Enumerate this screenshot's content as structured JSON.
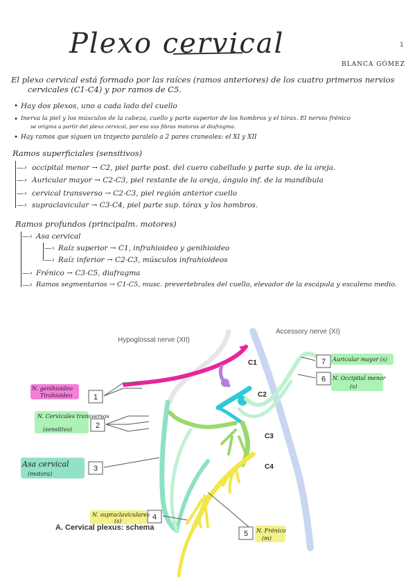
{
  "page_number": "1",
  "title": "Plexo cervical",
  "author": "BLANCA GÓMEZ",
  "intro": {
    "line1": "El plexo cervical está formado por las raíces (ramos anteriores) de los cuatro primeros nervios",
    "line2": "cervicales (C1-C4) y por ramos de C5."
  },
  "bullets": [
    "Hay dos plexos, uno a cada lado del cuello",
    "Inerva la piel y los músculos de la cabeza, cuello y parte superior de los hombros y el tórax. El nervio frénico",
    "se origina a partir del plexo cervical, por eso sus fibras motoras al diafragma.",
    "Hay ramos que siguen un trayecto paralelo a 2 pares craneales: el XI y XII"
  ],
  "superficial": {
    "heading": "Ramos superficiales (sensitivos)",
    "items": [
      "occipital menor → C2, piel parte post. del cuero cabelludo y parte sup. de la oreja.",
      "Auricular mayor → C2-C3, piel restante de la oreja, ángulo inf. de la mandíbula",
      "cervical transverso → C2-C3, piel región anterior cuello",
      "supraclavicular → C3-C4, piel parte sup. tórax y los hombros."
    ]
  },
  "deep": {
    "heading": "Ramos profundos (principalm. motores)",
    "asa": "Asa cervical",
    "asa_sup": "Raíz superior → C1, infrahioideo y genihioideo",
    "asa_inf": "Raíz inferior → C2-C3, músculos infrahioideos",
    "frenico": "Frénico → C3-C5, diafragma",
    "segmentarios": "Ramos segmentarios → C1-C5, musc. prevertebrales del cuello, elevador de la escápula y escaleno medio."
  },
  "diagram": {
    "caption": "A. Cervical plexus: schema",
    "hypoglossal": "Hypoglossal nerve (XII)",
    "accessory": "Accessory nerve (XI)",
    "roots": [
      "C1",
      "C2",
      "C3",
      "C4"
    ],
    "boxes": [
      "1",
      "2",
      "3",
      "4",
      "5",
      "6",
      "7"
    ],
    "annotations": {
      "n1": "N. genihioideo",
      "n1b": "Tirohioideo",
      "n2": "N. Cervicales transversos",
      "n2b": "(sensitivo)",
      "n3": "Asa cervical",
      "n3b": "(motora)",
      "n4": "N. supraclaviculares",
      "n4b": "(s)",
      "n5": "N. Frénico",
      "n5b": "(m)",
      "n6": "N. Occipital menor",
      "n6b": "(s)",
      "n7": "Auricular mayor (s)"
    }
  },
  "colors": {
    "magenta": "#e8259a",
    "purple": "#b57fd6",
    "cyan": "#2ec9d8",
    "green": "#9bd86a",
    "yellow": "#f2e64a",
    "teal": "#8fe0c4",
    "mint": "#bff0d5",
    "blue_nerve": "#c9d6f2",
    "hl_pink": "#f06ad0",
    "hl_green": "#9ff0a8",
    "hl_teal": "#7fdcc0",
    "hl_yellow": "#f2f07a"
  }
}
